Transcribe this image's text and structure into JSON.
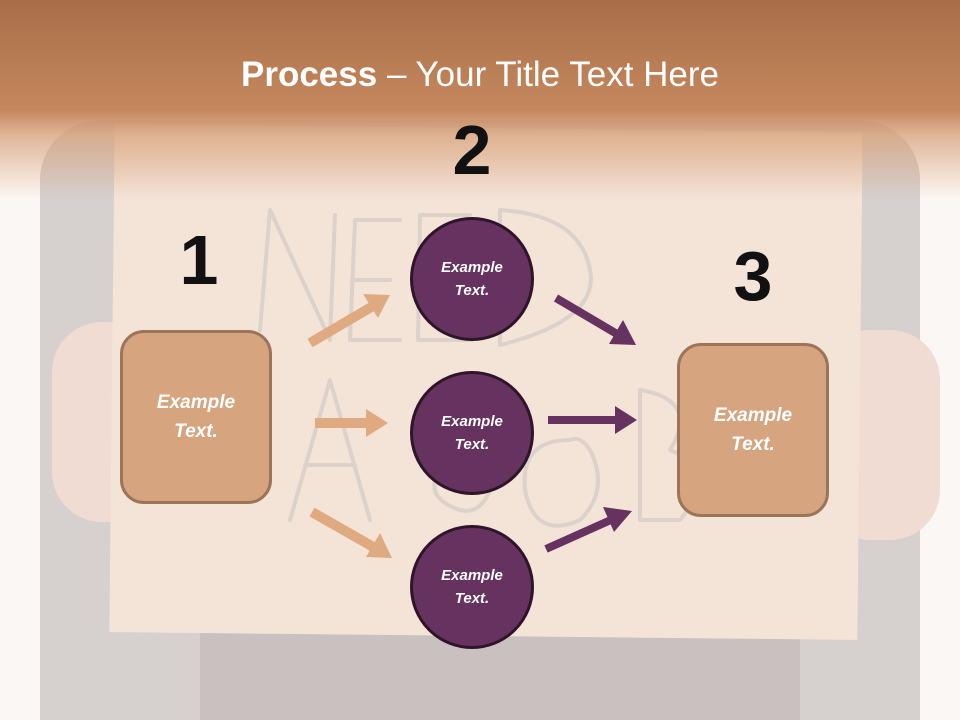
{
  "title": {
    "bold": "Process",
    "rest": " – Your Title Text Here"
  },
  "steps": {
    "one": "1",
    "two": "2",
    "three": "3"
  },
  "boxes": {
    "left": "Example\nText.",
    "right": "Example\nText."
  },
  "circles": {
    "top": "Example\nText.",
    "middle": "Example\nText.",
    "bottom": "Example\nText."
  },
  "colors": {
    "title_band": "#c5885e",
    "box_fill": "#d6a57f",
    "box_border": "#9c7459",
    "circle_fill": "#66325f",
    "input_arrow": "#e0aa80",
    "output_arrow": "#66325f"
  },
  "icons": {
    "input_arrows": "arrow-right-icon",
    "output_arrows": "arrow-right-icon"
  }
}
